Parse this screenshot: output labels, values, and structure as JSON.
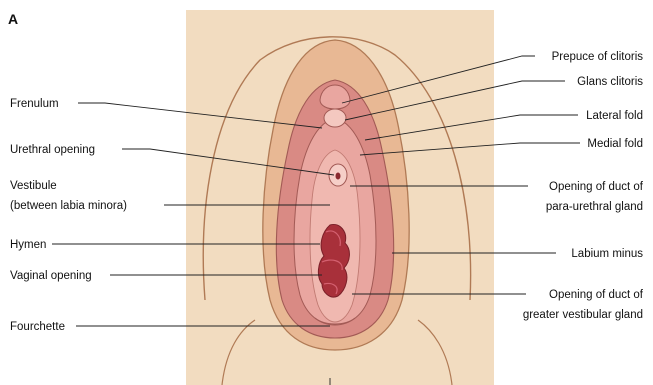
{
  "panel_label": "A",
  "labels": {
    "left": {
      "frenulum": "Frenulum",
      "urethral_opening": "Urethral opening",
      "vestibule_line1": "Vestibule",
      "vestibule_line2": "(between labia minora)",
      "hymen": "Hymen",
      "vaginal_opening": "Vaginal opening",
      "fourchette": "Fourchette"
    },
    "right": {
      "prepuce": "Prepuce of clitoris",
      "glans": "Glans clitoris",
      "lateral_fold": "Lateral fold",
      "medial_fold": "Medial fold",
      "paraurethral_line1": "Opening of duct of",
      "paraurethral_line2": "para-urethral gland",
      "labium_minus": "Labium minus",
      "vestibular_line1": "Opening of duct of",
      "vestibular_line2": "greater vestibular gland"
    }
  },
  "colors": {
    "background_panel": "#f2dcc0",
    "skin_outer": "#e9c49e",
    "skin_line": "#b07a55",
    "labia_outer": "#d98a84",
    "labia_inner": "#e9a6a0",
    "vestibule": "#f0b8b0",
    "opening": "#a8303a"
  }
}
